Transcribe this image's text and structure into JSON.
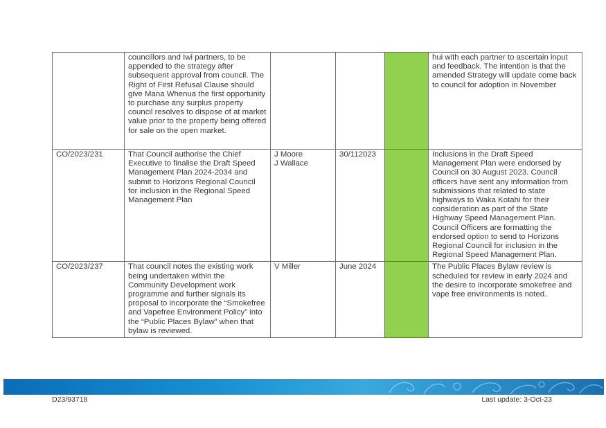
{
  "table": {
    "rows": [
      {
        "ref": "",
        "resolution": "councillors and Iwi partners, to be appended to the strategy after subsequent approval from council.  The Right of First Refusal Clause should give Mana Whenua the first opportunity to purchase any surplus property council resolves to dispose of at market value prior to the property being offered for sale on the open market.",
        "officers": [],
        "due": "",
        "comment": "hui with each partner to ascertain input and feedback. The intention is that the amended Strategy will update come back to council for adoption in November"
      },
      {
        "ref": "CO/2023/231",
        "resolution": "That Council authorise the Chief Executive to finalise the Draft Speed Management Plan 2024-2034 and submit to Horizons Regional Council for inclusion in the Regional Speed Management Plan",
        "officers": [
          "J Moore",
          "J Wallace"
        ],
        "due": "30/112023",
        "comment": "Inclusions in the Draft Speed Management Plan were endorsed by Council on 30 August 2023. Council officers have sent any information from submissions that related to state highways to Waka Kotahi for their consideration as part of the State Highway Speed Management Plan. Council Officers are formatting the endorsed option to send to Horizons Regional Council for inclusion in the Regional Speed Management Plan."
      },
      {
        "ref": "CO/2023/237",
        "resolution": "That council notes the existing work being undertaken within the Community Development work programme and further signals its proposal to incorporate the “Smokefree and Vapefree Environment Policy” into the “Public Places Bylaw” when that bylaw is reviewed.",
        "officers": [
          "V Miller"
        ],
        "due": "June 2024",
        "comment": "The Public Places Bylaw review is scheduled for review in early 2024 and the desire to incorporate smokefree and vape free environments is noted."
      }
    ],
    "status_color": "#92d050"
  },
  "footer": {
    "doc_ref": "D23/93718",
    "last_update": "Last update: 3-Oct-23"
  }
}
